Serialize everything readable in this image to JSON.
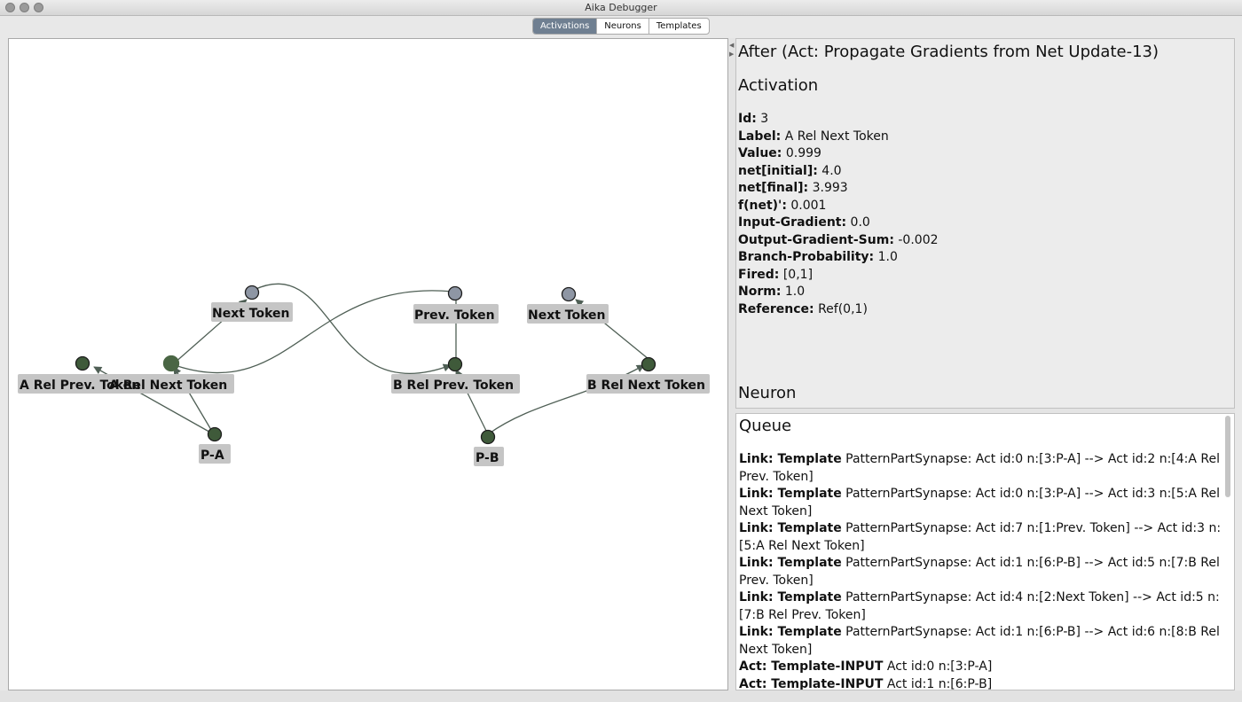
{
  "window": {
    "title": "Aika Debugger"
  },
  "tabs": [
    {
      "label": "Activations",
      "active": true
    },
    {
      "label": "Neurons",
      "active": false
    },
    {
      "label": "Templates",
      "active": false
    }
  ],
  "colors": {
    "node_fill": "#3f5a3a",
    "node_gray": "#8e96a4",
    "label_bg": "#c5c5c5",
    "edge": "#4f5f55",
    "active_tab": "#6f7f91"
  },
  "graph": {
    "nodes": [
      {
        "label": "Next Token",
        "kind": "gray"
      },
      {
        "label": "Prev. Token",
        "kind": "gray"
      },
      {
        "label": "Next Token",
        "kind": "gray"
      },
      {
        "label": "A Rel Prev. Token",
        "kind": "act"
      },
      {
        "label": "A Rel Next Token",
        "kind": "act-selected"
      },
      {
        "label": "B Rel Prev. Token",
        "kind": "act"
      },
      {
        "label": "B Rel Next Token",
        "kind": "act"
      },
      {
        "label": "P-A",
        "kind": "act"
      },
      {
        "label": "P-B",
        "kind": "act"
      }
    ]
  },
  "details": {
    "heading": "After  (Act: Propagate Gradients from Net Update-13)",
    "section": "Activation",
    "fields": [
      {
        "key": "Id:",
        "value": " 3"
      },
      {
        "key": "Label:",
        "value": " A Rel Next Token"
      },
      {
        "key": "Value:",
        "value": " 0.999"
      },
      {
        "key": "net[initial]:",
        "value": " 4.0"
      },
      {
        "key": "net[final]:",
        "value": " 3.993"
      },
      {
        "key": "f(net)':",
        "value": " 0.001"
      },
      {
        "key": "Input-Gradient:",
        "value": " 0.0"
      },
      {
        "key": "Output-Gradient-Sum:",
        "value": " -0.002"
      },
      {
        "key": "Branch-Probability:",
        "value": " 1.0"
      },
      {
        "key": "Fired:",
        "value": " [0,1]"
      },
      {
        "key": "Norm:",
        "value": " 1.0"
      },
      {
        "key": "Reference:",
        "value": " Ref(0,1)"
      }
    ],
    "neuron_heading": "Neuron"
  },
  "queue": {
    "heading": "Queue",
    "items": [
      {
        "bold": "Link: Template",
        "text": " PatternPartSynapse: Act id:0 n:[3:P-A] --> Act id:2 n:[4:A Rel Prev. Token]"
      },
      {
        "bold": "Link: Template",
        "text": " PatternPartSynapse: Act id:0 n:[3:P-A] --> Act id:3 n:[5:A Rel Next Token]"
      },
      {
        "bold": "Link: Template",
        "text": " PatternPartSynapse: Act id:7 n:[1:Prev. Token] --> Act id:3 n:[5:A Rel Next Token]"
      },
      {
        "bold": "Link: Template",
        "text": " PatternPartSynapse: Act id:1 n:[6:P-B] --> Act id:5 n:[7:B Rel Prev. Token]"
      },
      {
        "bold": "Link: Template",
        "text": " PatternPartSynapse: Act id:4 n:[2:Next Token] --> Act id:5 n:[7:B Rel Prev. Token]"
      },
      {
        "bold": "Link: Template",
        "text": " PatternPartSynapse: Act id:1 n:[6:P-B] --> Act id:6 n:[8:B Rel Next Token]"
      },
      {
        "bold": "Act: Template-INPUT",
        "text": " Act id:0 n:[3:P-A]"
      },
      {
        "bold": "Act: Template-INPUT",
        "text": " Act id:1 n:[6:P-B]"
      }
    ]
  }
}
